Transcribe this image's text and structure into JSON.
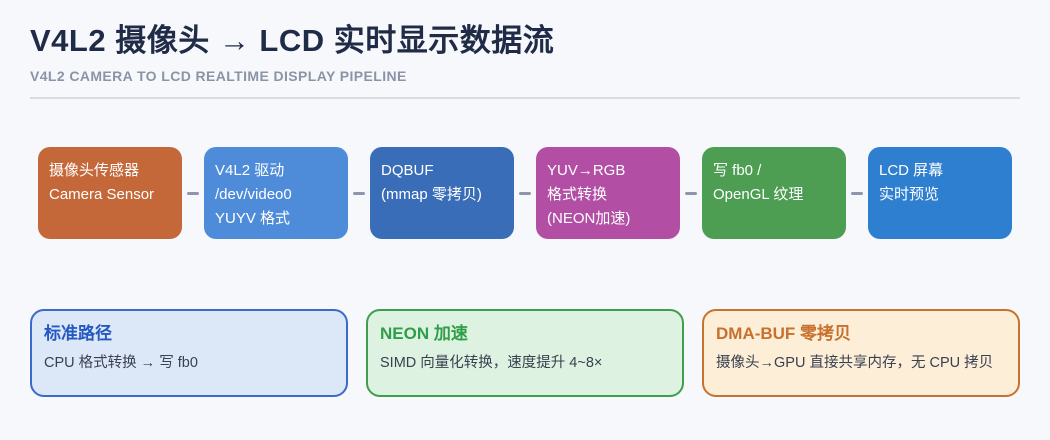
{
  "page": {
    "background": "#f7f8fc"
  },
  "header": {
    "title": "V4L2 摄像头 → LCD 实时显示数据流",
    "subtitle": "V4L2 CAMERA TO LCD REALTIME DISPLAY PIPELINE"
  },
  "pipeline": {
    "connector_color": "#8d96ab",
    "stages": [
      {
        "name": "camera-sensor",
        "color": "#c4683a",
        "lines": [
          "摄像头传感器",
          "Camera Sensor"
        ]
      },
      {
        "name": "v4l2-driver",
        "color": "#4e8cda",
        "lines": [
          "V4L2 驱动",
          "/dev/video0",
          "YUYV 格式"
        ]
      },
      {
        "name": "dqbuf",
        "color": "#3a6db8",
        "lines": [
          "DQBUF",
          "(mmap 零拷贝)"
        ]
      },
      {
        "name": "yuv-rgb",
        "color": "#b24fa5",
        "lines": [
          "YUV→RGB",
          "格式转换",
          "(NEON加速)"
        ]
      },
      {
        "name": "fb0-opengl",
        "color": "#4d9e52",
        "lines": [
          "写 fb0 /",
          "OpenGL 纹理"
        ]
      },
      {
        "name": "lcd-screen",
        "color": "#2e7fd0",
        "lines": [
          "LCD 屏幕",
          "实时预览"
        ]
      }
    ]
  },
  "cards": [
    {
      "title": "标准路径",
      "body": "CPU 格式转换 → 写 fb0",
      "bg": "#dce8f8",
      "border": "#3a6bc8",
      "accent": "#2558c0"
    },
    {
      "title": "NEON 加速",
      "body": "SIMD 向量化转换，速度提升 4~8×",
      "bg": "#def2e1",
      "border": "#3f9e4c",
      "accent": "#2f9e49"
    },
    {
      "title": "DMA-BUF 零拷贝",
      "body": "摄像头→GPU 直接共享内存，无 CPU 拷贝",
      "bg": "#fdeed8",
      "border": "#c8722f",
      "accent": "#c8702d"
    }
  ]
}
